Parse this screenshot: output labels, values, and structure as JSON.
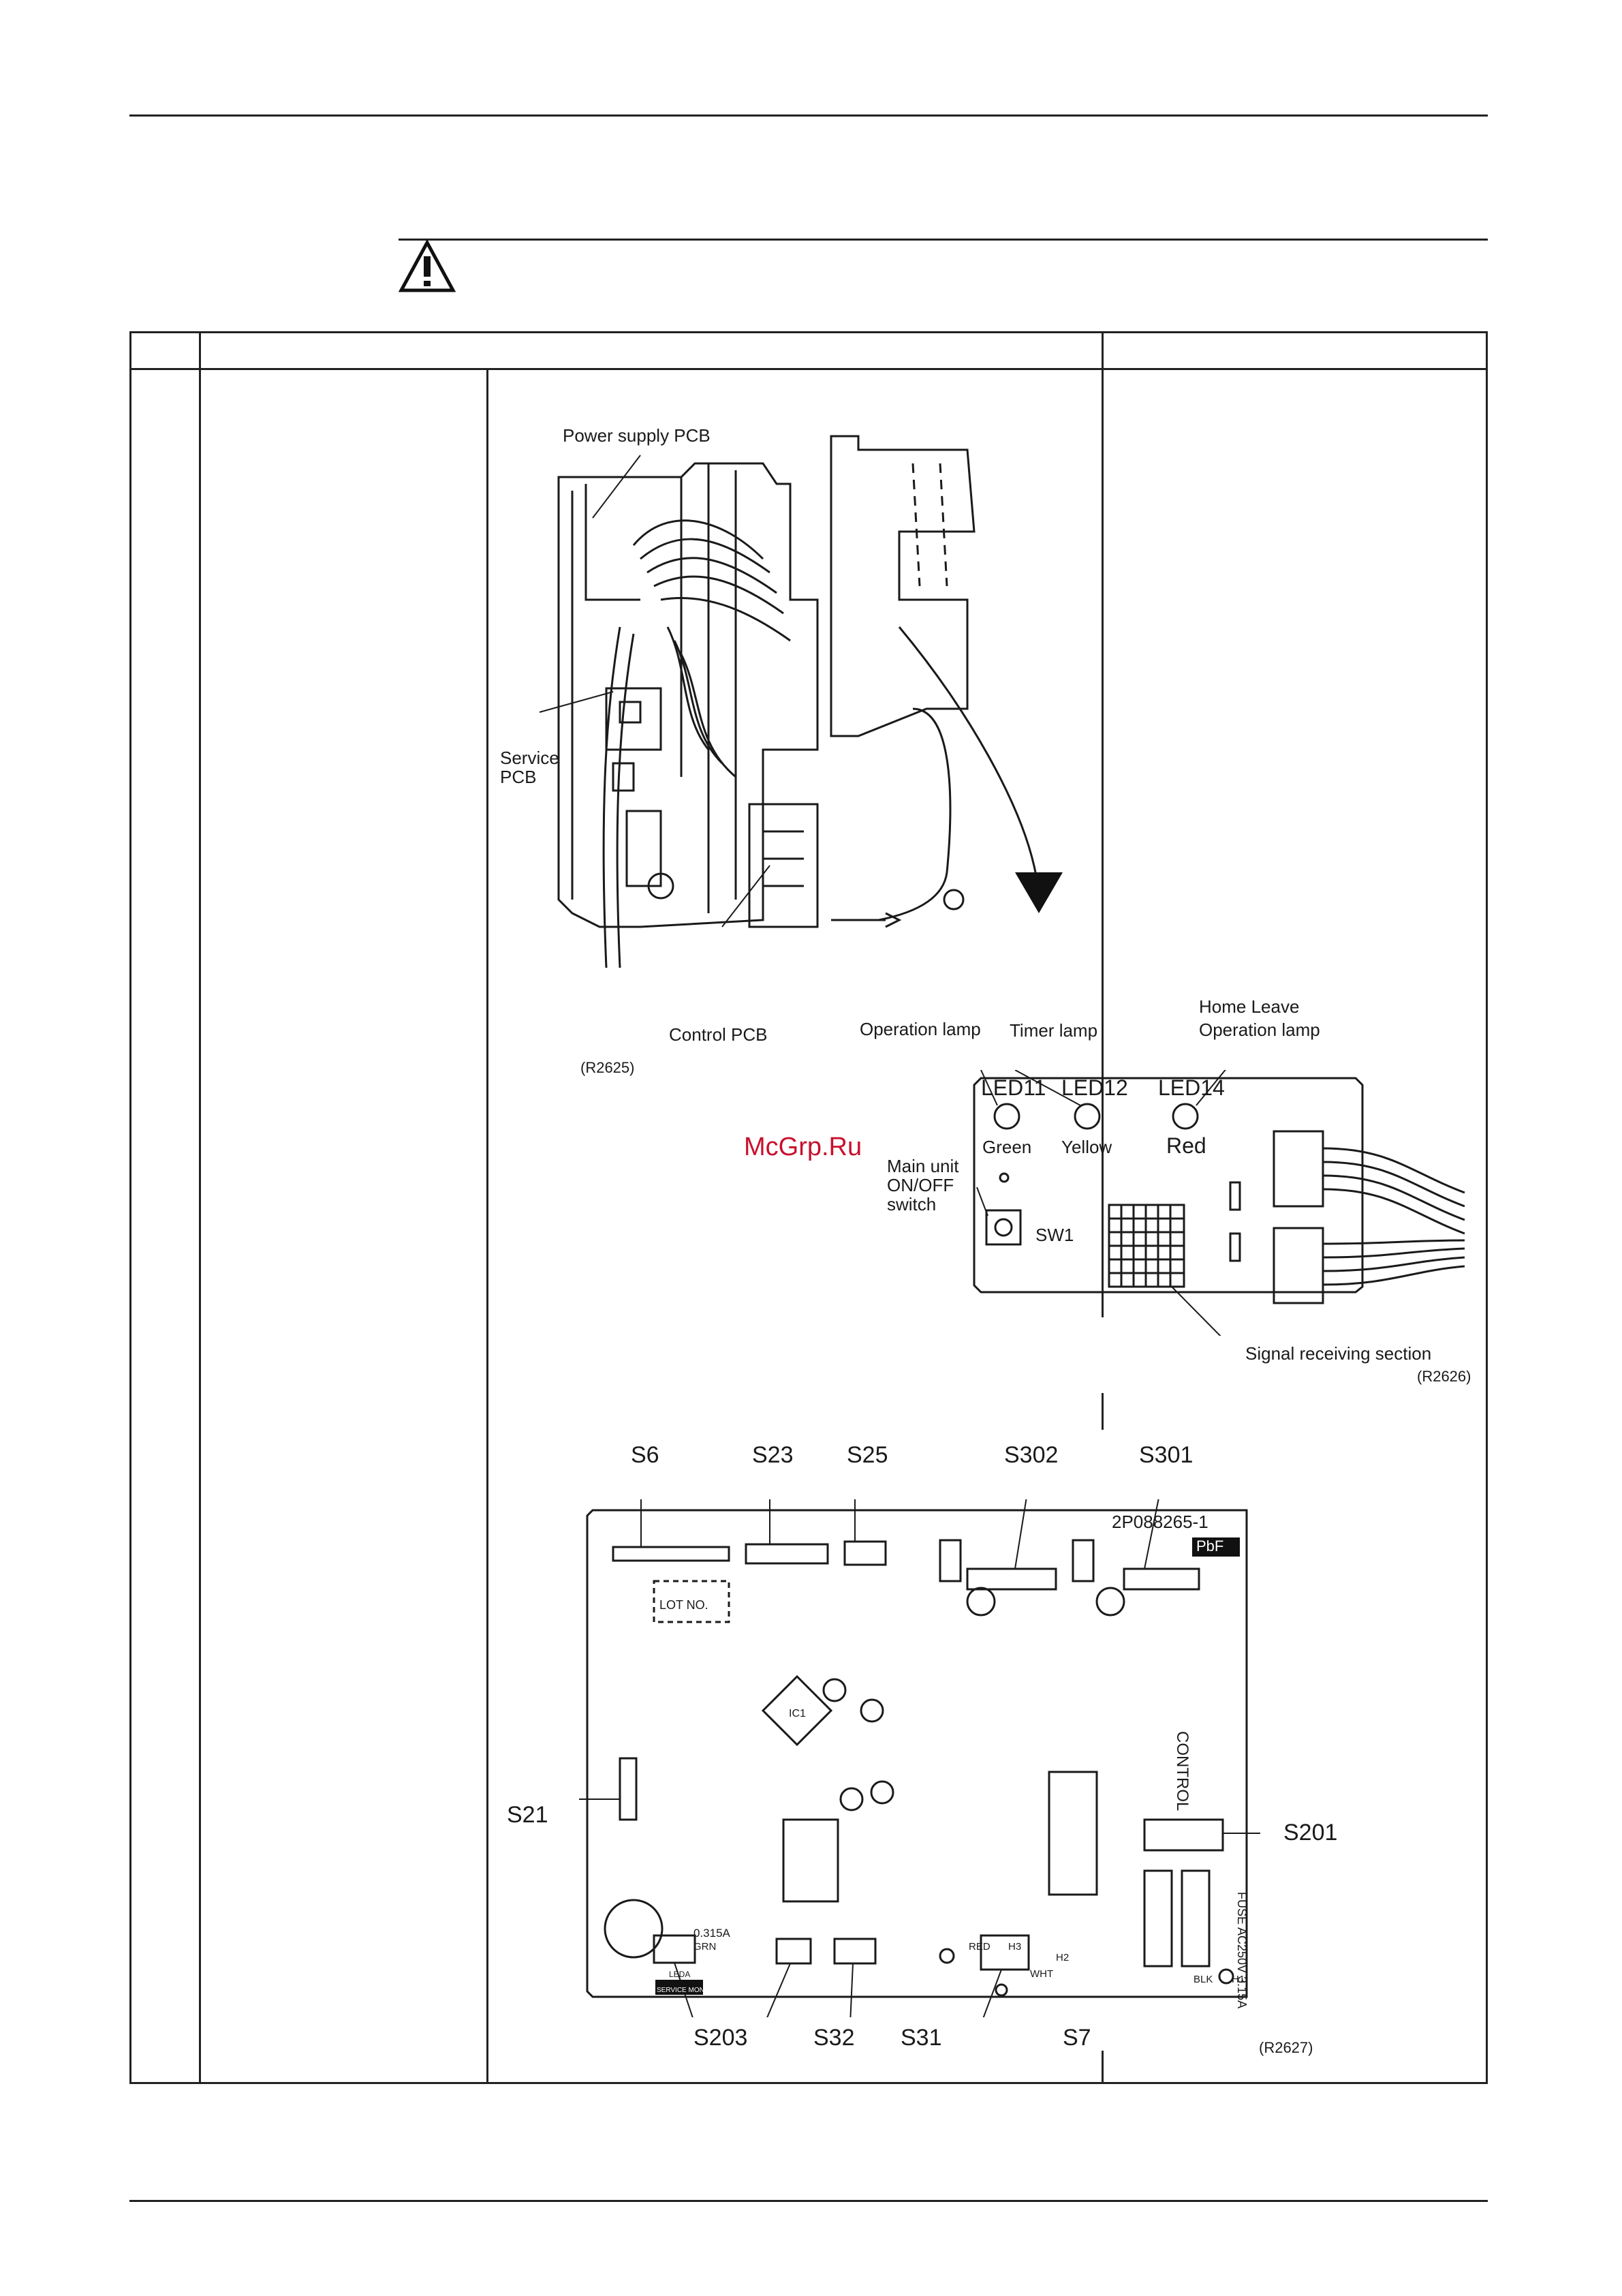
{
  "watermark": "McGrp.Ru",
  "figure1": {
    "labels": {
      "power_supply_pcb": "Power supply PCB",
      "service_pcb_line1": "Service",
      "service_pcb_line2": "PCB",
      "control_pcb": "Control PCB",
      "ref": "(R2625)"
    }
  },
  "figure2": {
    "labels": {
      "operation_lamp": "Operation lamp",
      "timer_lamp": "Timer lamp",
      "home_leave_line1": "Home Leave",
      "home_leave_line2": "Operation lamp",
      "led11": "LED11",
      "led12": "LED12",
      "led14": "LED14",
      "green": "Green",
      "yellow": "Yellow",
      "red": "Red",
      "main_unit_line1": "Main unit",
      "main_unit_line2": "ON/OFF",
      "main_unit_line3": "switch",
      "sw1": "SW1",
      "signal_receiving": "Signal receiving section",
      "ref": "(R2626)"
    }
  },
  "figure3": {
    "connectors_top": [
      "S6",
      "S23",
      "S25",
      "S302",
      "S301"
    ],
    "connectors_bottom": [
      "S203",
      "S32",
      "S31",
      "S7"
    ],
    "left_label": "S21",
    "right_label": "S201",
    "board_id": "2P088265-1",
    "pbf": "PbF",
    "lot_no": "LOT NO.",
    "control": "CONTROL",
    "fuse_text": "FUSE AC250V 3.15A",
    "fuse_small": "0.315A",
    "grn": "GRN",
    "service_monitor": "SERVICE MONITOR",
    "leda": "LEDA",
    "red_h3": "RED",
    "h3": "H3",
    "wht": "WHT",
    "h2": "H2",
    "blk": "BLK",
    "h1": "H1",
    "ic1": "IC1",
    "ref": "(R2627)"
  }
}
